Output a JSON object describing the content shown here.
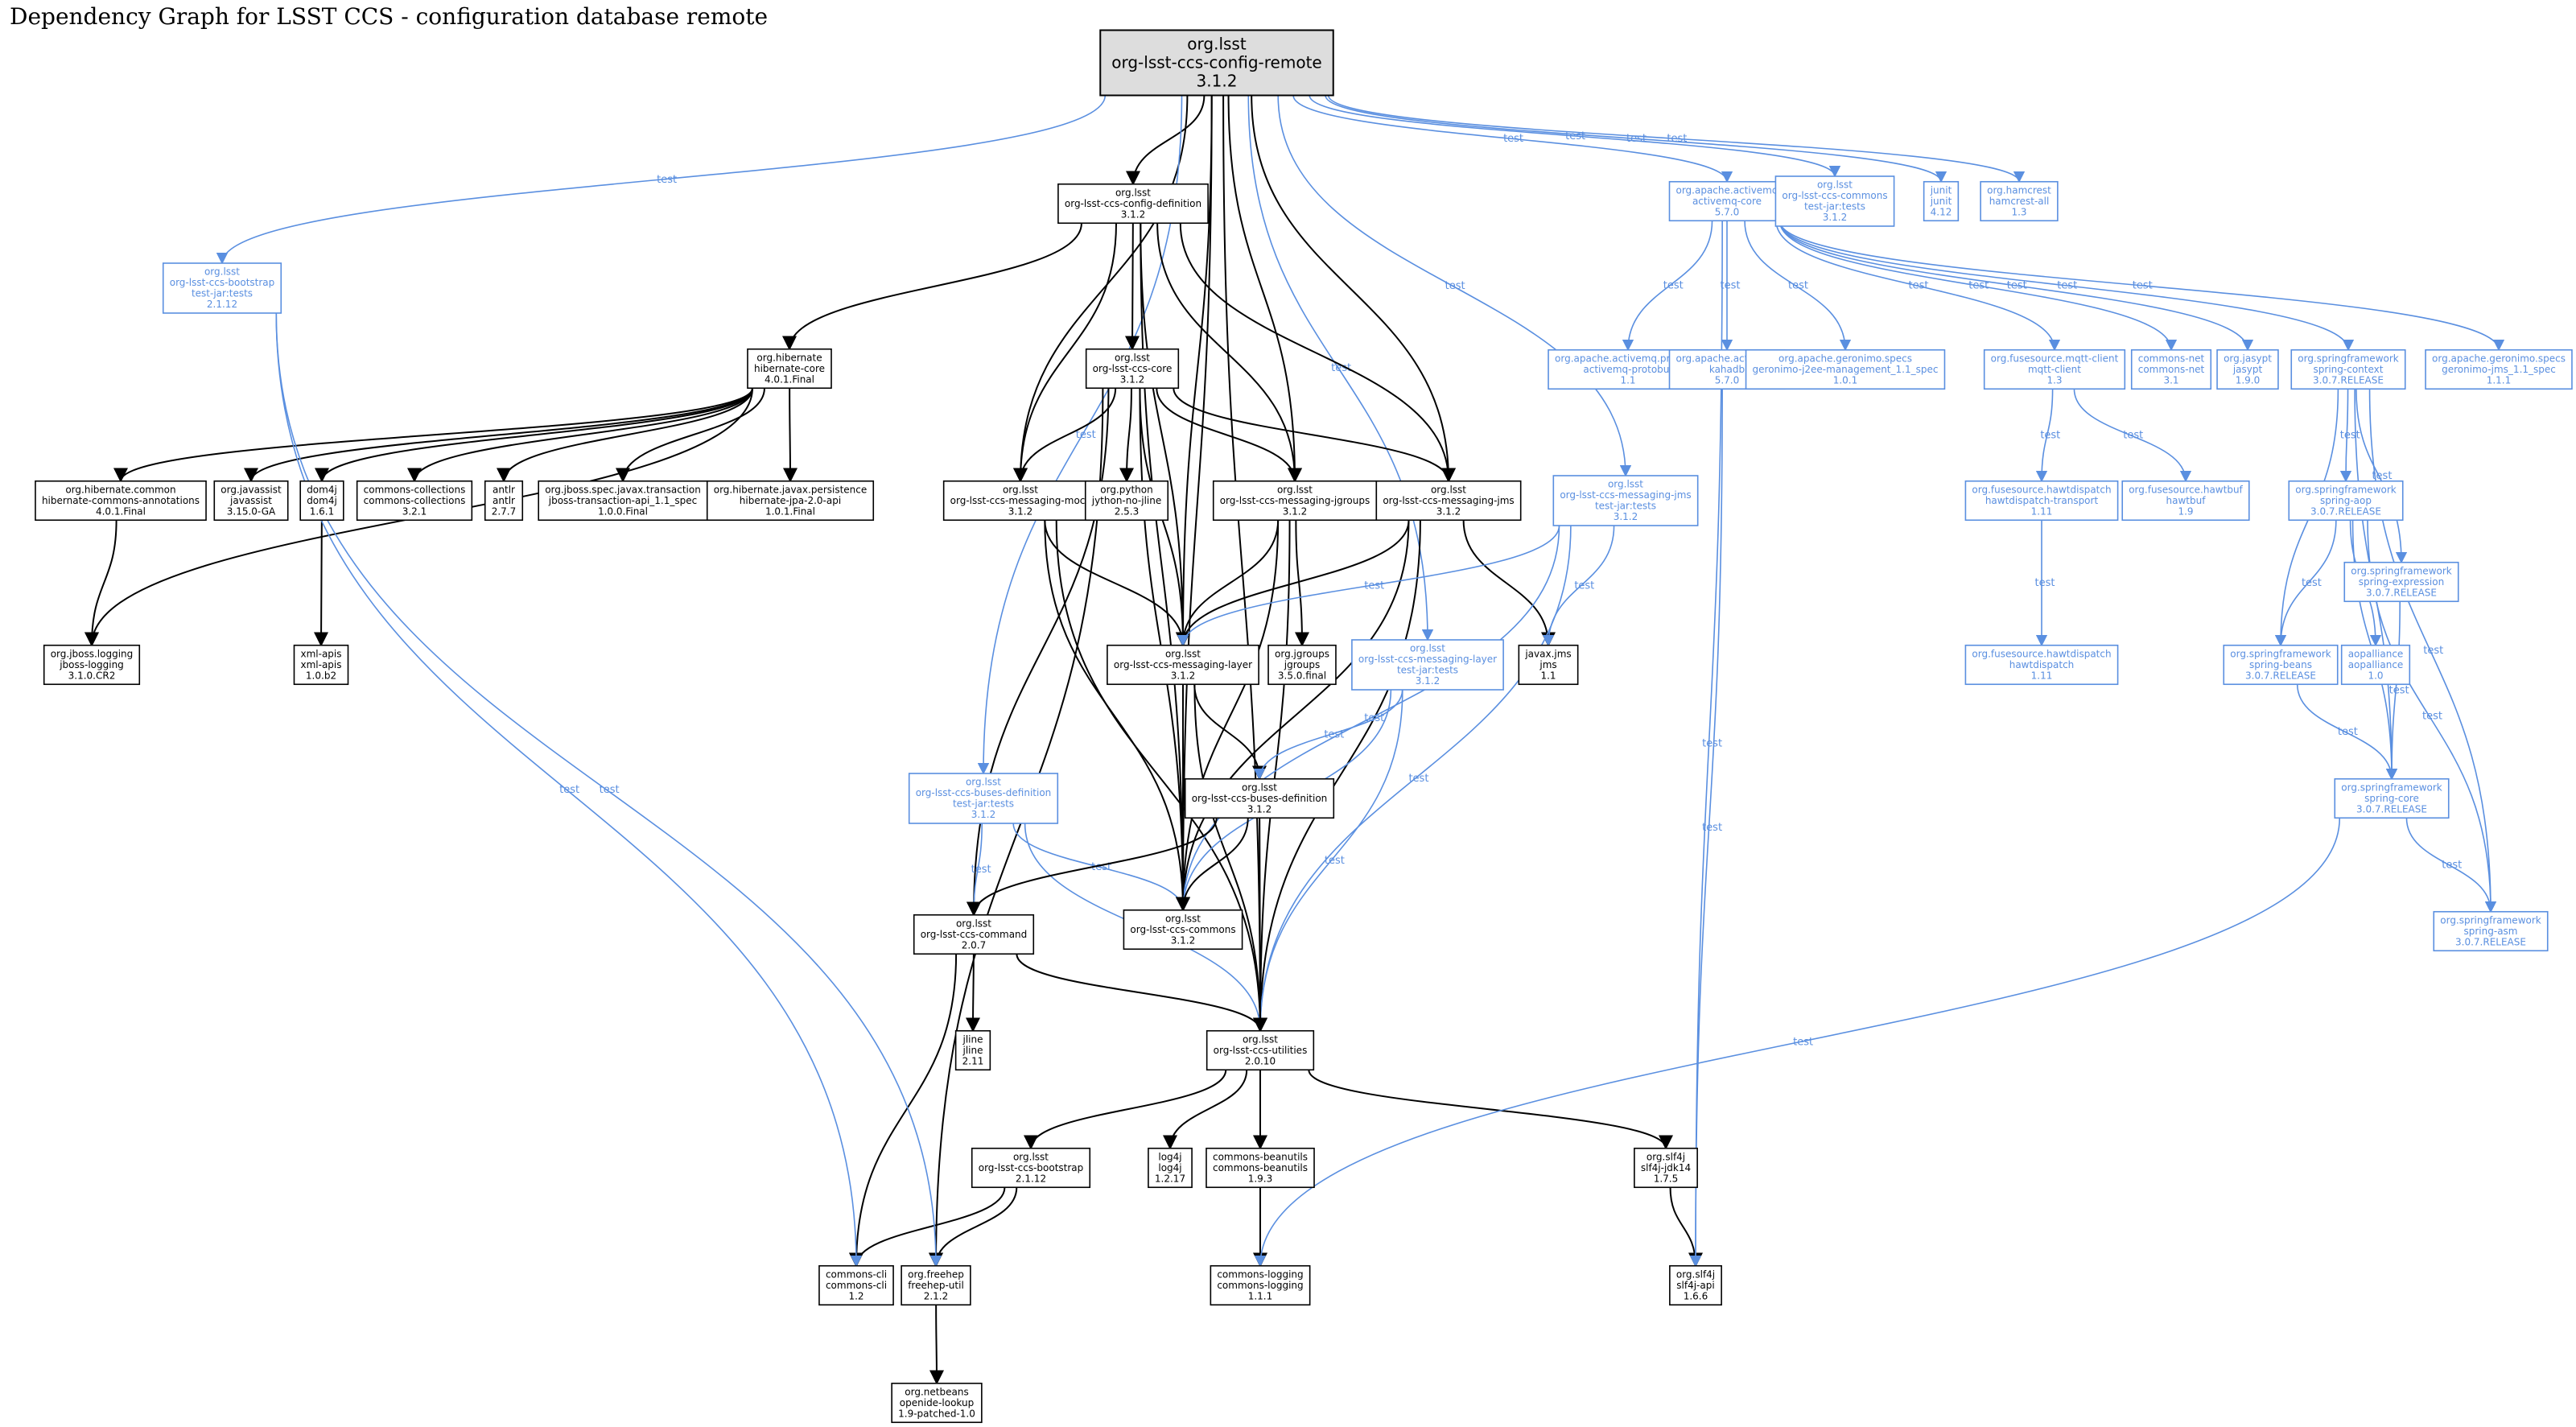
{
  "title": "Dependency Graph for LSST CCS - configuration database remote",
  "colors": {
    "compile": "#000000",
    "test": "#5a8fe0",
    "root_fill": "#dddddd",
    "background": "#ffffff"
  },
  "edge_label_test": "test",
  "nodes": [
    {
      "id": "root",
      "lines": [
        "org.lsst",
        "org-lsst-ccs-config-remote",
        "3.1.2"
      ],
      "kind": "root"
    },
    {
      "id": "config_def",
      "lines": [
        "org.lsst",
        "org-lsst-ccs-config-definition",
        "3.1.2"
      ],
      "kind": "compile"
    },
    {
      "id": "bootstrap_tests",
      "lines": [
        "org.lsst",
        "org-lsst-ccs-bootstrap",
        "test-jar:tests",
        "2.1.12"
      ],
      "kind": "test"
    },
    {
      "id": "hib_core",
      "lines": [
        "org.hibernate",
        "hibernate-core",
        "4.0.1.Final"
      ],
      "kind": "compile"
    },
    {
      "id": "ccs_core",
      "lines": [
        "org.lsst",
        "org-lsst-ccs-core",
        "3.1.2"
      ],
      "kind": "compile"
    },
    {
      "id": "hib_common",
      "lines": [
        "org.hibernate.common",
        "hibernate-commons-annotations",
        "4.0.1.Final"
      ],
      "kind": "compile"
    },
    {
      "id": "javassist",
      "lines": [
        "org.javassist",
        "javassist",
        "3.15.0-GA"
      ],
      "kind": "compile"
    },
    {
      "id": "dom4j",
      "lines": [
        "dom4j",
        "dom4j",
        "1.6.1"
      ],
      "kind": "compile"
    },
    {
      "id": "comm_coll",
      "lines": [
        "commons-collections",
        "commons-collections",
        "3.2.1"
      ],
      "kind": "compile"
    },
    {
      "id": "antlr",
      "lines": [
        "antlr",
        "antlr",
        "2.7.7"
      ],
      "kind": "compile"
    },
    {
      "id": "jboss_tx",
      "lines": [
        "org.jboss.spec.javax.transaction",
        "jboss-transaction-api_1.1_spec",
        "1.0.0.Final"
      ],
      "kind": "compile"
    },
    {
      "id": "hib_jpa",
      "lines": [
        "org.hibernate.javax.persistence",
        "hibernate-jpa-2.0-api",
        "1.0.1.Final"
      ],
      "kind": "compile"
    },
    {
      "id": "msg_mock",
      "lines": [
        "org.lsst",
        "org-lsst-ccs-messaging-mock",
        "3.1.2"
      ],
      "kind": "compile"
    },
    {
      "id": "jython",
      "lines": [
        "org.python",
        "jython-no-jline",
        "2.5.3"
      ],
      "kind": "compile"
    },
    {
      "id": "msg_jgroups",
      "lines": [
        "org.lsst",
        "org-lsst-ccs-messaging-jgroups",
        "3.1.2"
      ],
      "kind": "compile"
    },
    {
      "id": "msg_jms",
      "lines": [
        "org.lsst",
        "org-lsst-ccs-messaging-jms",
        "3.1.2"
      ],
      "kind": "compile"
    },
    {
      "id": "msg_jms_tests",
      "lines": [
        "org.lsst",
        "org-lsst-ccs-messaging-jms",
        "test-jar:tests",
        "3.1.2"
      ],
      "kind": "test"
    },
    {
      "id": "jboss_logging",
      "lines": [
        "org.jboss.logging",
        "jboss-logging",
        "3.1.0.CR2"
      ],
      "kind": "compile"
    },
    {
      "id": "xml_apis",
      "lines": [
        "xml-apis",
        "xml-apis",
        "1.0.b2"
      ],
      "kind": "compile"
    },
    {
      "id": "msg_layer",
      "lines": [
        "org.lsst",
        "org-lsst-ccs-messaging-layer",
        "3.1.2"
      ],
      "kind": "compile"
    },
    {
      "id": "jgroups",
      "lines": [
        "org.jgroups",
        "jgroups",
        "3.5.0.final"
      ],
      "kind": "compile"
    },
    {
      "id": "msg_layer_tests",
      "lines": [
        "org.lsst",
        "org-lsst-ccs-messaging-layer",
        "test-jar:tests",
        "3.1.2"
      ],
      "kind": "test"
    },
    {
      "id": "javax_jms",
      "lines": [
        "javax.jms",
        "jms",
        "1.1"
      ],
      "kind": "compile"
    },
    {
      "id": "buses_def_tests",
      "lines": [
        "org.lsst",
        "org-lsst-ccs-buses-definition",
        "test-jar:tests",
        "3.1.2"
      ],
      "kind": "test"
    },
    {
      "id": "buses_def",
      "lines": [
        "org.lsst",
        "org-lsst-ccs-buses-definition",
        "3.1.2"
      ],
      "kind": "compile"
    },
    {
      "id": "command",
      "lines": [
        "org.lsst",
        "org-lsst-ccs-command",
        "2.0.7"
      ],
      "kind": "compile"
    },
    {
      "id": "commons_lsst",
      "lines": [
        "org.lsst",
        "org-lsst-ccs-commons",
        "3.1.2"
      ],
      "kind": "compile"
    },
    {
      "id": "jline",
      "lines": [
        "jline",
        "jline",
        "2.11"
      ],
      "kind": "compile"
    },
    {
      "id": "utilities",
      "lines": [
        "org.lsst",
        "org-lsst-ccs-utilities",
        "2.0.10"
      ],
      "kind": "compile"
    },
    {
      "id": "bootstrap",
      "lines": [
        "org.lsst",
        "org-lsst-ccs-bootstrap",
        "2.1.12"
      ],
      "kind": "compile"
    },
    {
      "id": "log4j",
      "lines": [
        "log4j",
        "log4j",
        "1.2.17"
      ],
      "kind": "compile"
    },
    {
      "id": "beanutils",
      "lines": [
        "commons-beanutils",
        "commons-beanutils",
        "1.9.3"
      ],
      "kind": "compile"
    },
    {
      "id": "slf4j_jdk14",
      "lines": [
        "org.slf4j",
        "slf4j-jdk14",
        "1.7.5"
      ],
      "kind": "compile"
    },
    {
      "id": "commons_cli",
      "lines": [
        "commons-cli",
        "commons-cli",
        "1.2"
      ],
      "kind": "compile"
    },
    {
      "id": "freehep",
      "lines": [
        "org.freehep",
        "freehep-util",
        "2.1.2"
      ],
      "kind": "compile"
    },
    {
      "id": "comm_logging",
      "lines": [
        "commons-logging",
        "commons-logging",
        "1.1.1"
      ],
      "kind": "compile"
    },
    {
      "id": "slf4j_api",
      "lines": [
        "org.slf4j",
        "slf4j-api",
        "1.6.6"
      ],
      "kind": "compile"
    },
    {
      "id": "openide",
      "lines": [
        "org.netbeans",
        "openide-lookup",
        "1.9-patched-1.0"
      ],
      "kind": "compile"
    },
    {
      "id": "amq_core",
      "lines": [
        "org.apache.activemq",
        "activemq-core",
        "5.7.0"
      ],
      "kind": "test"
    },
    {
      "id": "commons_tests",
      "lines": [
        "org.lsst",
        "org-lsst-ccs-commons",
        "test-jar:tests",
        "3.1.2"
      ],
      "kind": "test"
    },
    {
      "id": "junit",
      "lines": [
        "junit",
        "junit",
        "4.12"
      ],
      "kind": "test"
    },
    {
      "id": "hamcrest",
      "lines": [
        "org.hamcrest",
        "hamcrest-all",
        "1.3"
      ],
      "kind": "test"
    },
    {
      "id": "amq_protobuf",
      "lines": [
        "org.apache.activemq.protobuf",
        "activemq-protobuf",
        "1.1"
      ],
      "kind": "test"
    },
    {
      "id": "kahadb",
      "lines": [
        "org.apache.activemq",
        "kahadb",
        "5.7.0"
      ],
      "kind": "test"
    },
    {
      "id": "geronimo_j2ee",
      "lines": [
        "org.apache.geronimo.specs",
        "geronimo-j2ee-management_1.1_spec",
        "1.0.1"
      ],
      "kind": "test"
    },
    {
      "id": "mqtt",
      "lines": [
        "org.fusesource.mqtt-client",
        "mqtt-client",
        "1.3"
      ],
      "kind": "test"
    },
    {
      "id": "commons_net",
      "lines": [
        "commons-net",
        "commons-net",
        "3.1"
      ],
      "kind": "test"
    },
    {
      "id": "jasypt",
      "lines": [
        "org.jasypt",
        "jasypt",
        "1.9.0"
      ],
      "kind": "test"
    },
    {
      "id": "spring_context",
      "lines": [
        "org.springframework",
        "spring-context",
        "3.0.7.RELEASE"
      ],
      "kind": "test"
    },
    {
      "id": "geronimo_jms",
      "lines": [
        "org.apache.geronimo.specs",
        "geronimo-jms_1.1_spec",
        "1.1.1"
      ],
      "kind": "test"
    },
    {
      "id": "hawt_transport",
      "lines": [
        "org.fusesource.hawtdispatch",
        "hawtdispatch-transport",
        "1.11"
      ],
      "kind": "test"
    },
    {
      "id": "hawtbuf",
      "lines": [
        "org.fusesource.hawtbuf",
        "hawtbuf",
        "1.9"
      ],
      "kind": "test"
    },
    {
      "id": "spring_aop",
      "lines": [
        "org.springframework",
        "spring-aop",
        "3.0.7.RELEASE"
      ],
      "kind": "test"
    },
    {
      "id": "spring_expr",
      "lines": [
        "org.springframework",
        "spring-expression",
        "3.0.7.RELEASE"
      ],
      "kind": "test"
    },
    {
      "id": "hawtdispatch",
      "lines": [
        "org.fusesource.hawtdispatch",
        "hawtdispatch",
        "1.11"
      ],
      "kind": "test"
    },
    {
      "id": "spring_beans",
      "lines": [
        "org.springframework",
        "spring-beans",
        "3.0.7.RELEASE"
      ],
      "kind": "test"
    },
    {
      "id": "aopalliance",
      "lines": [
        "aopalliance",
        "aopalliance",
        "1.0"
      ],
      "kind": "test"
    },
    {
      "id": "spring_core",
      "lines": [
        "org.springframework",
        "spring-core",
        "3.0.7.RELEASE"
      ],
      "kind": "test"
    },
    {
      "id": "spring_asm",
      "lines": [
        "org.springframework",
        "spring-asm",
        "3.0.7.RELEASE"
      ],
      "kind": "test"
    }
  ],
  "edges": [
    {
      "from": "root",
      "to": "config_def",
      "test": false
    },
    {
      "from": "root",
      "to": "msg_mock",
      "test": false
    },
    {
      "from": "root",
      "to": "msg_layer",
      "test": false
    },
    {
      "from": "root",
      "to": "msg_jgroups",
      "test": false
    },
    {
      "from": "root",
      "to": "msg_jms",
      "test": false
    },
    {
      "from": "root",
      "to": "commons_lsst",
      "test": false
    },
    {
      "from": "root",
      "to": "utilities",
      "test": false
    },
    {
      "from": "root",
      "to": "bootstrap_tests",
      "test": true
    },
    {
      "from": "root",
      "to": "buses_def_tests",
      "test": true
    },
    {
      "from": "root",
      "to": "msg_layer_tests",
      "test": true
    },
    {
      "from": "root",
      "to": "msg_jms_tests",
      "test": true
    },
    {
      "from": "root",
      "to": "amq_core",
      "test": true
    },
    {
      "from": "root",
      "to": "commons_tests",
      "test": true
    },
    {
      "from": "root",
      "to": "junit",
      "test": true
    },
    {
      "from": "root",
      "to": "hamcrest",
      "test": true
    },
    {
      "from": "config_def",
      "to": "hib_core",
      "test": false
    },
    {
      "from": "config_def",
      "to": "ccs_core",
      "test": false
    },
    {
      "from": "config_def",
      "to": "msg_mock",
      "test": false
    },
    {
      "from": "config_def",
      "to": "msg_layer",
      "test": false
    },
    {
      "from": "config_def",
      "to": "msg_jgroups",
      "test": false
    },
    {
      "from": "config_def",
      "to": "msg_jms",
      "test": false
    },
    {
      "from": "config_def",
      "to": "commons_lsst",
      "test": false
    },
    {
      "from": "hib_core",
      "to": "hib_common",
      "test": false
    },
    {
      "from": "hib_core",
      "to": "javassist",
      "test": false
    },
    {
      "from": "hib_core",
      "to": "dom4j",
      "test": false
    },
    {
      "from": "hib_core",
      "to": "comm_coll",
      "test": false
    },
    {
      "from": "hib_core",
      "to": "antlr",
      "test": false
    },
    {
      "from": "hib_core",
      "to": "jboss_tx",
      "test": false
    },
    {
      "from": "hib_core",
      "to": "hib_jpa",
      "test": false
    },
    {
      "from": "hib_core",
      "to": "jboss_logging",
      "test": false
    },
    {
      "from": "hib_common",
      "to": "jboss_logging",
      "test": false
    },
    {
      "from": "dom4j",
      "to": "xml_apis",
      "test": false
    },
    {
      "from": "ccs_core",
      "to": "msg_mock",
      "test": false
    },
    {
      "from": "ccs_core",
      "to": "jython",
      "test": false
    },
    {
      "from": "ccs_core",
      "to": "msg_jgroups",
      "test": false
    },
    {
      "from": "ccs_core",
      "to": "msg_jms",
      "test": false
    },
    {
      "from": "ccs_core",
      "to": "msg_layer",
      "test": false
    },
    {
      "from": "ccs_core",
      "to": "commons_lsst",
      "test": false
    },
    {
      "from": "ccs_core",
      "to": "command",
      "test": false
    },
    {
      "from": "ccs_core",
      "to": "freehep",
      "test": false
    },
    {
      "from": "msg_mock",
      "to": "msg_layer",
      "test": false
    },
    {
      "from": "msg_mock",
      "to": "commons_lsst",
      "test": false
    },
    {
      "from": "msg_mock",
      "to": "utilities",
      "test": false
    },
    {
      "from": "msg_jgroups",
      "to": "msg_layer",
      "test": false
    },
    {
      "from": "msg_jgroups",
      "to": "jgroups",
      "test": false
    },
    {
      "from": "msg_jgroups",
      "to": "commons_lsst",
      "test": false
    },
    {
      "from": "msg_jgroups",
      "to": "utilities",
      "test": false
    },
    {
      "from": "msg_jms",
      "to": "msg_layer",
      "test": false
    },
    {
      "from": "msg_jms",
      "to": "javax_jms",
      "test": false
    },
    {
      "from": "msg_jms",
      "to": "commons_lsst",
      "test": false
    },
    {
      "from": "msg_jms",
      "to": "utilities",
      "test": false
    },
    {
      "from": "msg_jms_tests",
      "to": "msg_layer",
      "test": true
    },
    {
      "from": "msg_jms_tests",
      "to": "javax_jms",
      "test": true
    },
    {
      "from": "msg_jms_tests",
      "to": "commons_lsst",
      "test": true
    },
    {
      "from": "msg_jms_tests",
      "to": "utilities",
      "test": true
    },
    {
      "from": "msg_layer",
      "to": "buses_def",
      "test": false
    },
    {
      "from": "msg_layer",
      "to": "commons_lsst",
      "test": false
    },
    {
      "from": "msg_layer",
      "to": "utilities",
      "test": false
    },
    {
      "from": "msg_layer_tests",
      "to": "buses_def",
      "test": true
    },
    {
      "from": "msg_layer_tests",
      "to": "commons_lsst",
      "test": true
    },
    {
      "from": "msg_layer_tests",
      "to": "utilities",
      "test": true
    },
    {
      "from": "buses_def_tests",
      "to": "command",
      "test": true
    },
    {
      "from": "buses_def_tests",
      "to": "commons_lsst",
      "test": true
    },
    {
      "from": "buses_def_tests",
      "to": "utilities",
      "test": true
    },
    {
      "from": "buses_def",
      "to": "command",
      "test": false
    },
    {
      "from": "buses_def",
      "to": "commons_lsst",
      "test": false
    },
    {
      "from": "buses_def",
      "to": "utilities",
      "test": false
    },
    {
      "from": "command",
      "to": "jline",
      "test": false
    },
    {
      "from": "command",
      "to": "utilities",
      "test": false
    },
    {
      "from": "command",
      "to": "commons_cli",
      "test": false
    },
    {
      "from": "utilities",
      "to": "bootstrap",
      "test": false
    },
    {
      "from": "utilities",
      "to": "log4j",
      "test": false
    },
    {
      "from": "utilities",
      "to": "beanutils",
      "test": false
    },
    {
      "from": "utilities",
      "to": "slf4j_jdk14",
      "test": false
    },
    {
      "from": "bootstrap",
      "to": "commons_cli",
      "test": false
    },
    {
      "from": "bootstrap",
      "to": "freehep",
      "test": false
    },
    {
      "from": "bootstrap_tests",
      "to": "commons_cli",
      "test": true
    },
    {
      "from": "bootstrap_tests",
      "to": "freehep",
      "test": true
    },
    {
      "from": "beanutils",
      "to": "comm_logging",
      "test": false
    },
    {
      "from": "slf4j_jdk14",
      "to": "slf4j_api",
      "test": false
    },
    {
      "from": "freehep",
      "to": "openide",
      "test": false
    },
    {
      "from": "amq_core",
      "to": "amq_protobuf",
      "test": true
    },
    {
      "from": "amq_core",
      "to": "kahadb",
      "test": true
    },
    {
      "from": "amq_core",
      "to": "geronimo_j2ee",
      "test": true
    },
    {
      "from": "amq_core",
      "to": "mqtt",
      "test": true
    },
    {
      "from": "amq_core",
      "to": "commons_net",
      "test": true
    },
    {
      "from": "amq_core",
      "to": "jasypt",
      "test": true
    },
    {
      "from": "amq_core",
      "to": "spring_context",
      "test": true
    },
    {
      "from": "amq_core",
      "to": "geronimo_jms",
      "test": true
    },
    {
      "from": "amq_core",
      "to": "slf4j_api",
      "test": true
    },
    {
      "from": "kahadb",
      "to": "slf4j_api",
      "test": true
    },
    {
      "from": "mqtt",
      "to": "hawt_transport",
      "test": true
    },
    {
      "from": "mqtt",
      "to": "hawtbuf",
      "test": true
    },
    {
      "from": "hawt_transport",
      "to": "hawtdispatch",
      "test": true
    },
    {
      "from": "spring_context",
      "to": "spring_aop",
      "test": true
    },
    {
      "from": "spring_context",
      "to": "spring_expr",
      "test": true
    },
    {
      "from": "spring_context",
      "to": "spring_beans",
      "test": true
    },
    {
      "from": "spring_context",
      "to": "spring_core",
      "test": true
    },
    {
      "from": "spring_context",
      "to": "spring_asm",
      "test": true
    },
    {
      "from": "spring_aop",
      "to": "spring_beans",
      "test": true
    },
    {
      "from": "spring_aop",
      "to": "aopalliance",
      "test": true
    },
    {
      "from": "spring_aop",
      "to": "spring_core",
      "test": true
    },
    {
      "from": "spring_aop",
      "to": "spring_asm",
      "test": true
    },
    {
      "from": "spring_expr",
      "to": "spring_core",
      "test": true
    },
    {
      "from": "spring_beans",
      "to": "spring_core",
      "test": true
    },
    {
      "from": "spring_core",
      "to": "spring_asm",
      "test": true
    },
    {
      "from": "spring_core",
      "to": "comm_logging",
      "test": true
    }
  ]
}
